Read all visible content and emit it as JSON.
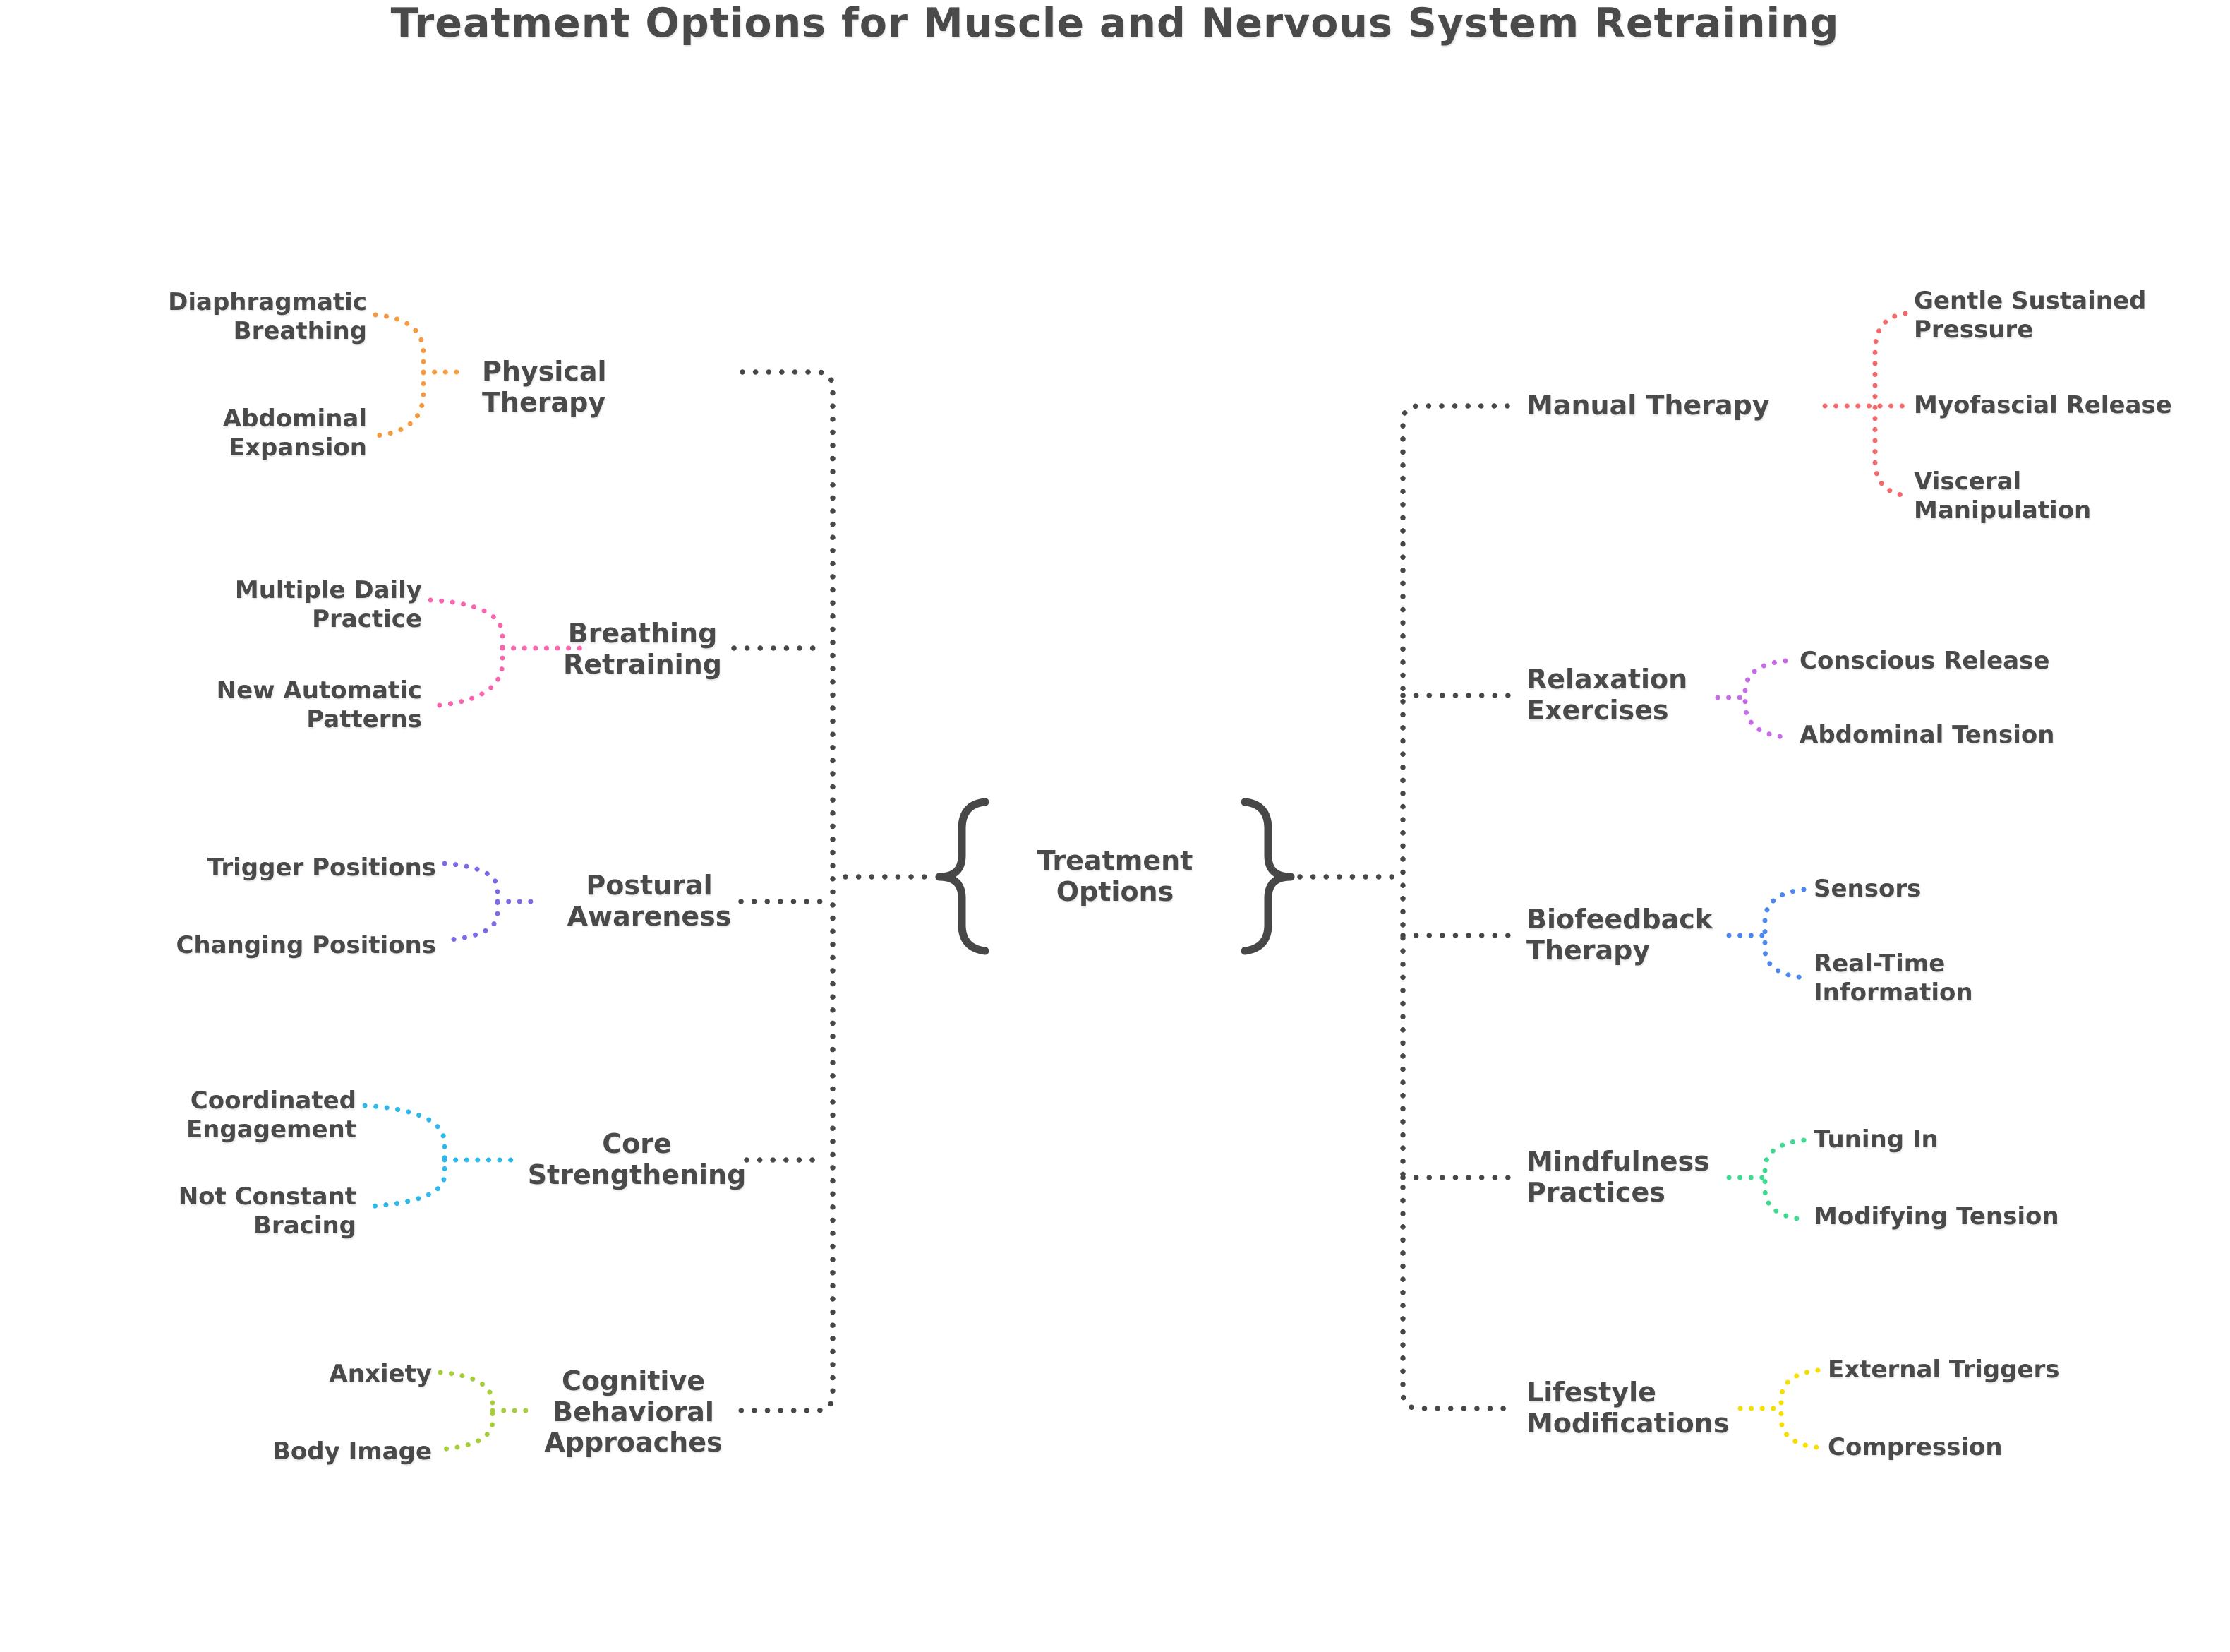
{
  "title": "Treatment Options for Muscle and Nervous System Retraining",
  "center": {
    "label": "Treatment Options"
  },
  "colors": {
    "text": "#4a4a4a",
    "connector": "#474747"
  },
  "left_branches": [
    {
      "label": "Physical Therapy",
      "color": "#F79A3F",
      "children": [
        "Diaphragmatic Breathing",
        "Abdominal Expansion"
      ]
    },
    {
      "label": "Breathing Retraining",
      "color": "#F864AD",
      "children": [
        "Multiple Daily Practice",
        "New Automatic Patterns"
      ]
    },
    {
      "label": "Postural Awareness",
      "color": "#7A6BE8",
      "children": [
        "Trigger Positions",
        "Changing Positions"
      ]
    },
    {
      "label": "Core Strengthening",
      "color": "#2FB8EC",
      "children": [
        "Coordinated Engagement",
        "Not Constant Bracing"
      ]
    },
    {
      "label": "Cognitive Behavioral Approaches",
      "color": "#A6CE39",
      "children": [
        "Anxiety",
        "Body Image"
      ]
    }
  ],
  "right_branches": [
    {
      "label": "Manual Therapy",
      "color": "#F3696B",
      "children": [
        "Gentle Sustained Pressure",
        "Myofascial Release",
        "Visceral Manipulation"
      ]
    },
    {
      "label": "Relaxation Exercises",
      "color": "#C76BE8",
      "children": [
        "Conscious Release",
        "Abdominal Tension"
      ]
    },
    {
      "label": "Biofeedback Therapy",
      "color": "#4C86EE",
      "children": [
        "Sensors",
        "Real-Time Information"
      ]
    },
    {
      "label": "Mindfulness Practices",
      "color": "#3CDB90",
      "children": [
        "Tuning In",
        "Modifying Tension"
      ]
    },
    {
      "label": "Lifestyle Modifications",
      "color": "#F6DE00",
      "children": [
        "External Triggers",
        "Compression"
      ]
    }
  ]
}
